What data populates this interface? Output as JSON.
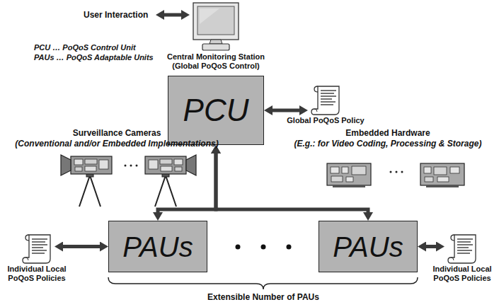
{
  "diagram": {
    "nodes": [
      {
        "text": [
          "Central Monitoring Station",
          "(Global PoQoS Control)"
        ]
      },
      {
        "text": [
          "PCU"
        ]
      },
      {
        "text": [
          "Global PoQoS Policy"
        ]
      },
      {
        "text": [
          "PAUs"
        ]
      },
      {
        "text": [
          "Individual Local PoQoS Policies"
        ]
      },
      {
        "text": [
          "PAUs"
        ]
      },
      {
        "text": [
          "Individual Local PoQoS Policies"
        ]
      }
    ],
    "edges": [
      {
        "from": 1,
        "to": 2,
        "arrow": "both"
      },
      {
        "from": 1,
        "to": 3,
        "arrow": "both"
      },
      {
        "from": 1,
        "to": 5,
        "arrow": "both"
      },
      {
        "from": 4,
        "to": 3,
        "arrow": "both"
      },
      {
        "from": 5,
        "to": 6,
        "arrow": "both"
      }
    ],
    "labels": [
      "User Interaction",
      "PCU … PoQoS Control Unit",
      "PAUs … PoQoS Adaptable Units",
      "Surveillance Cameras",
      "(Conventional and/or Embedded Implementations)",
      "Embedded Hardware",
      "(E.g.: for Video Coding, Processing & Storage)",
      "Extensible Number of PAUs"
    ]
  }
}
